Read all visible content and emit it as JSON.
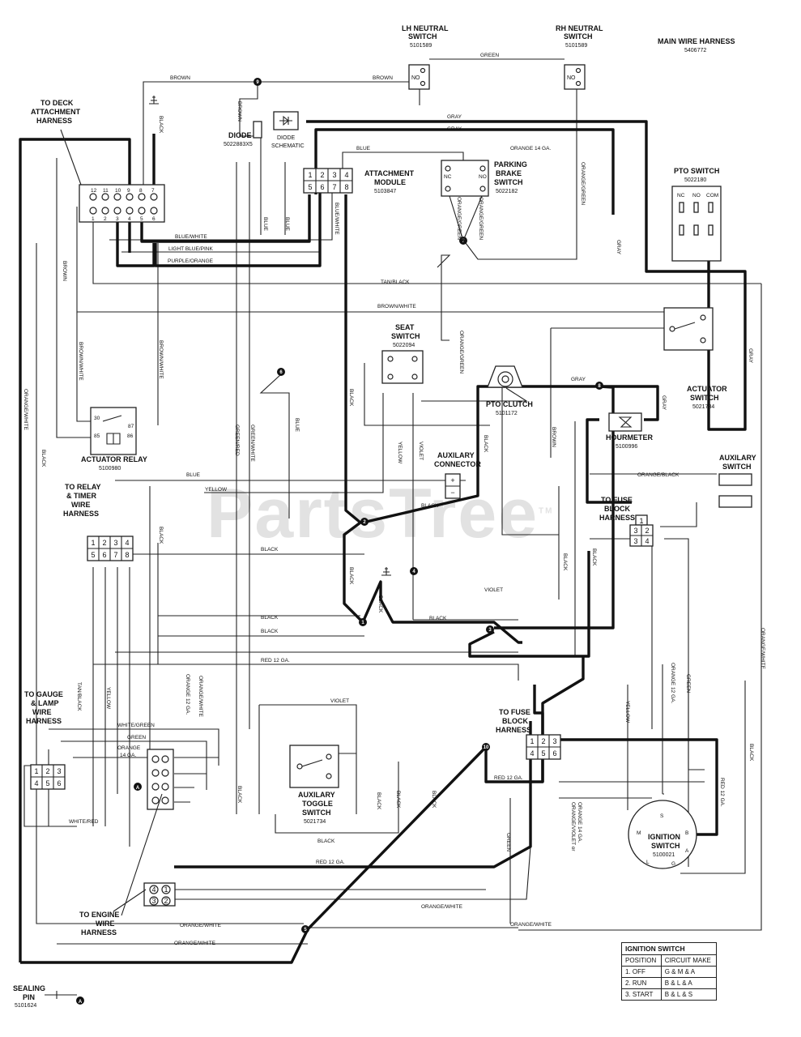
{
  "watermark": "PartsTree",
  "trademark": "TM",
  "title": {
    "label": "MAIN WIRE HARNESS",
    "part": "5406772"
  },
  "components": {
    "lh_neutral": {
      "label1": "LH NEUTRAL",
      "label2": "SWITCH",
      "part": "5101589"
    },
    "rh_neutral": {
      "label1": "RH NEUTRAL",
      "label2": "SWITCH",
      "part": "5101589"
    },
    "deck": {
      "label1": "TO DECK",
      "label2": "ATTACHMENT",
      "label3": "HARNESS"
    },
    "diode": {
      "label": "DIODE",
      "part": "5022883X5",
      "schematic1": "DIODE",
      "schematic2": "SCHEMATIC"
    },
    "attachment": {
      "label1": "ATTACHMENT",
      "label2": "MODULE",
      "part": "5103847"
    },
    "parking": {
      "label1": "PARKING",
      "label2": "BRAKE",
      "label3": "SWITCH",
      "part": "5022182"
    },
    "pto_switch": {
      "label": "PTO SWITCH",
      "part": "5022180"
    },
    "seat": {
      "label1": "SEAT",
      "label2": "SWITCH",
      "part": "5022094"
    },
    "pto_clutch": {
      "label": "PTO CLUTCH",
      "part": "5101172"
    },
    "actuator_switch": {
      "label1": "ACTUATOR",
      "label2": "SWITCH",
      "part": "5021734"
    },
    "hourmeter": {
      "label": "HOURMETER",
      "part": "5100996"
    },
    "actuator_relay": {
      "label": "ACTUATOR RELAY",
      "part": "5100980"
    },
    "aux_connector": {
      "label1": "AUXILARY",
      "label2": "CONNECTOR"
    },
    "aux_switch": {
      "label1": "AUXILARY",
      "label2": "SWITCH"
    },
    "relay_timer": {
      "label1": "TO RELAY",
      "label2": "& TIMER",
      "label3": "WIRE",
      "label4": "HARNESS"
    },
    "fuse_block_1": {
      "label1": "TO FUSE",
      "label2": "BLOCK",
      "label3": "HARNESS"
    },
    "fuse_block_2": {
      "label1": "TO FUSE",
      "label2": "BLOCK",
      "label3": "HARNESS"
    },
    "gauge_lamp": {
      "label1": "TO GAUGE",
      "label2": "& LAMP",
      "label3": "WIRE",
      "label4": "HARNESS"
    },
    "aux_toggle": {
      "label1": "AUXILARY",
      "label2": "TOGGLE",
      "label3": "SWITCH",
      "part": "5021734"
    },
    "ignition": {
      "label1": "IGNITION",
      "label2": "SWITCH",
      "part": "5100021"
    },
    "engine": {
      "label1": "TO ENGINE",
      "label2": "WIRE",
      "label3": "HARNESS"
    },
    "sealing_pin": {
      "label1": "SEALING",
      "label2": "PIN",
      "part": "5101624"
    }
  },
  "terminals": {
    "no": "NO",
    "nc": "NC",
    "com": "COM",
    "plus": "+",
    "minus": "−",
    "s": "S",
    "b": "B",
    "a": "A",
    "g": "G",
    "l": "L",
    "m": "M",
    "r30": "30",
    "r87": "87",
    "r85": "85",
    "r86": "86",
    "pin_a": "A"
  },
  "wires": {
    "brown": "BROWN",
    "green": "GREEN",
    "gray": "GRAY",
    "black": "BLACK",
    "blue": "BLUE",
    "orange14": "ORANGE 14 GA.",
    "orange_green": "ORANGE/GREEN",
    "blue_white": "BLUE/WHITE",
    "light_blue_pink": "LIGHT BLUE/PINK",
    "purple_orange": "PURPLE/ORANGE",
    "tan_black": "TAN/BLACK",
    "brown_white": "BROWN/WHITE",
    "orange_white": "ORANGE/WHITE",
    "green_red": "GREEN/RED",
    "green_white": "GREEN/WHITE",
    "yellow": "YELLOW",
    "violet": "VIOLET",
    "orange_black": "ORANGE/BLACK",
    "red12": "RED 12 GA.",
    "tan_black2": "TAN/BLACK",
    "orange12": "ORANGE 12 GA.",
    "white_green": "WHITE/GREEN",
    "orange14b": "ORANGE",
    "orange14c": "14 GA.",
    "white_red": "WHITE/RED",
    "orange_violet": "ORANGE/VIOLET or",
    "orange_violet2": "ORANGE 14 GA.",
    "orange12b": "ORANGE 12 GA.",
    "red12b": "RED 12 GA."
  },
  "nodes": [
    "1",
    "2",
    "3",
    "4",
    "5",
    "6",
    "7",
    "8",
    "9",
    "10"
  ],
  "pins8": [
    "1",
    "2",
    "3",
    "4",
    "5",
    "6",
    "7",
    "8"
  ],
  "pins6": [
    "1",
    "2",
    "3",
    "4",
    "5",
    "6"
  ],
  "pins4": [
    "1",
    "2",
    "3",
    "4"
  ],
  "deck_pins_top": [
    "12",
    "11",
    "10",
    "9",
    "8",
    "7"
  ],
  "deck_pins_bot": [
    "1",
    "2",
    "3",
    "4",
    "5",
    "6"
  ],
  "ign_table": {
    "title": "IGNITION SWITCH",
    "col1": "POSITION",
    "col2": "CIRCUIT MAKE",
    "rows": [
      {
        "pos": "1. OFF",
        "make": "G & M & A"
      },
      {
        "pos": "2. RUN",
        "make": "B & L & A"
      },
      {
        "pos": "3. START",
        "make": "B & L & S"
      }
    ]
  }
}
